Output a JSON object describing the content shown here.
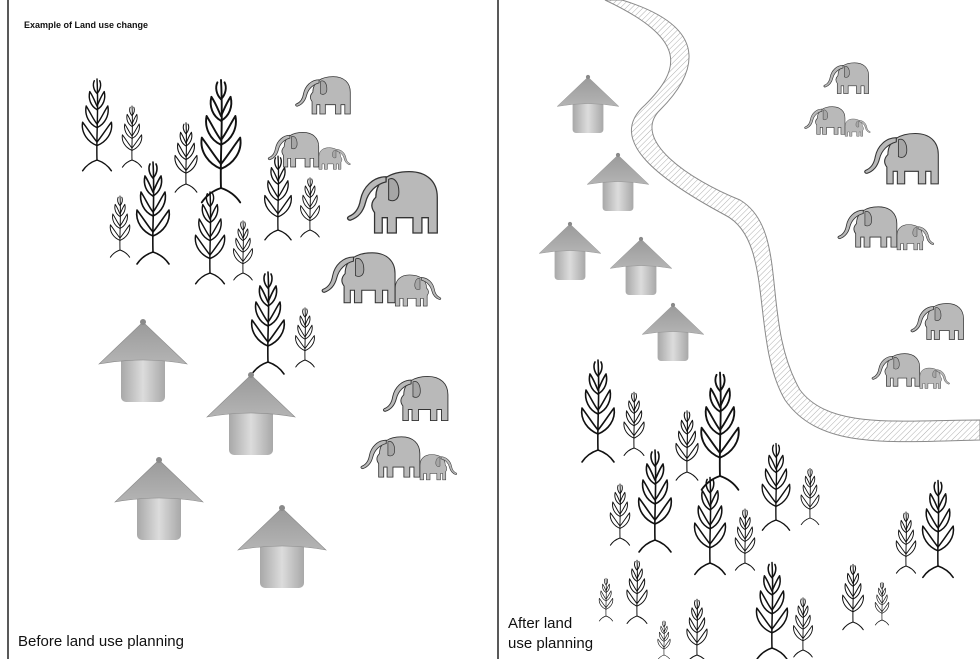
{
  "title": "Example of Land use change",
  "panels": {
    "before": {
      "caption": "Before land use planning"
    },
    "after": {
      "caption_line1": "After land",
      "caption_line2": "use planning"
    }
  },
  "icons": [
    "crop-plant-icon",
    "elephant-icon",
    "elephant-with-calf-icon",
    "hut-icon",
    "river"
  ],
  "colors": {
    "hut": "#9e9e9e",
    "elephant": "#b9b9b9",
    "plant": "#111111",
    "border": "#222222",
    "river_hatch": "#9a9a9a"
  }
}
